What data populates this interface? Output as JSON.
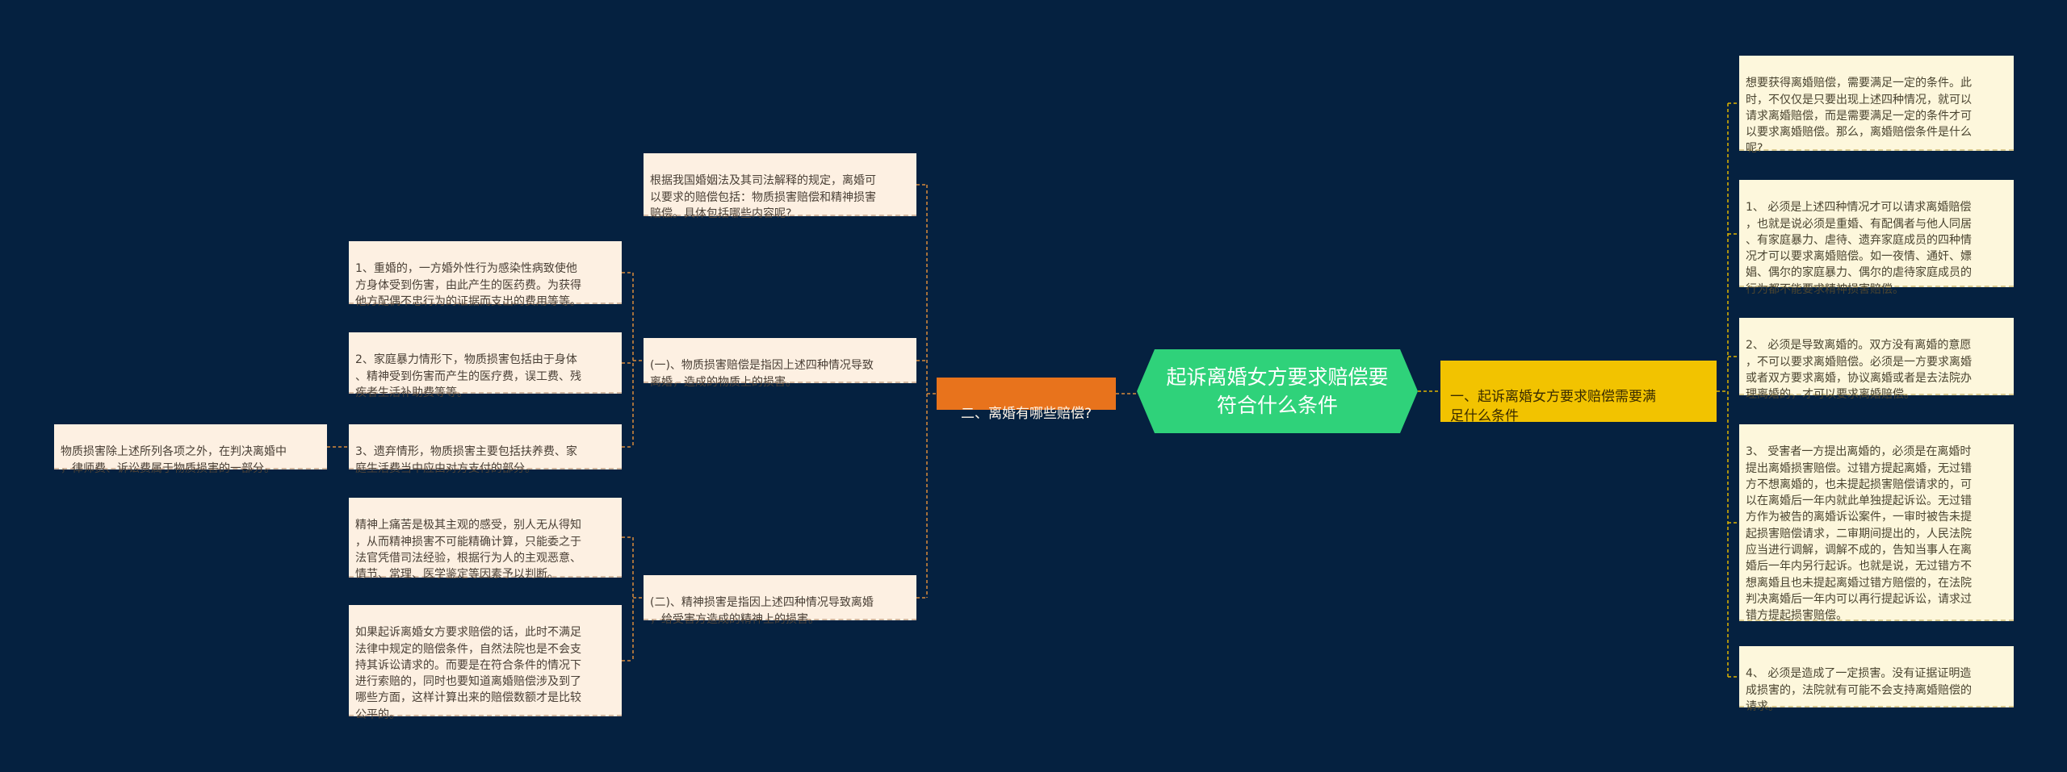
{
  "colors": {
    "background": "#052140",
    "root": "#2fd27a",
    "left_category": "#e8731c",
    "right_category": "#f2c300",
    "leaf": "#fdf0e2",
    "right_leaf": "#fdf7dc",
    "connector_left": "#d98a3a",
    "connector_right": "#e0b400"
  },
  "root": {
    "title": "起诉离婚女方要求赔偿要\n符合什么条件"
  },
  "right": {
    "category": "一、起诉离婚女方要求赔偿需要满\n足什么条件",
    "items": [
      "想要获得离婚赔偿，需要满足一定的条件。此\n时，不仅仅是只要出现上述四种情况，就可以\n请求离婚赔偿，而是需要满足一定的条件才可\n以要求离婚赔偿。那么，离婚赔偿条件是什么\n呢?",
      "1、 必须是上述四种情况才可以请求离婚赔偿\n，也就是说必须是重婚、有配偶者与他人同居\n、有家庭暴力、虐待、遗弃家庭成员的四种情\n况才可以要求离婚赔偿。如一夜情、通奸、嫖\n娼、偶尔的家庭暴力、偶尔的虐待家庭成员的\n行为都不能要求精神损害赔偿。",
      "2、 必须是导致离婚的。双方没有离婚的意愿\n，不可以要求离婚赔偿。必须是一方要求离婚\n或者双方要求离婚，协议离婚或者是去法院办\n理离婚的，才可以要求离婚赔偿。",
      "3、 受害者一方提出离婚的，必须是在离婚时\n提出离婚损害赔偿。过错方提起离婚，无过错\n方不想离婚的，也未提起损害赔偿请求的，可\n以在离婚后一年内就此单独提起诉讼。无过错\n方作为被告的离婚诉讼案件，一审时被告未提\n起损害赔偿请求，二审期间提出的，人民法院\n应当进行调解，调解不成的，告知当事人在离\n婚后一年内另行起诉。也就是说，无过错方不\n想离婚且也未提起离婚过错方赔偿的，在法院\n判决离婚后一年内可以再行提起诉讼，请求过\n错方提起损害赔偿。",
      "4、 必须是造成了一定损害。没有证据证明造\n成损害的，法院就有可能不会支持离婚赔偿的\n请求。"
    ]
  },
  "left": {
    "category": "二、离婚有哪些赔偿?",
    "intro": "根据我国婚姻法及其司法解释的规定，离婚可\n以要求的赔偿包括：物质损害赔偿和精神损害\n赔偿。具体包括哪些内容呢?",
    "material": {
      "label": "(一)、物质损害赔偿是指因上述四种情况导致\n离婚，造成的物质上的损害。",
      "items": [
        "1、重婚的，一方婚外性行为感染性病致使他\n方身体受到伤害，由此产生的医药费。为获得\n他方配偶不忠行为的证据而支出的费用等等。",
        "2、家庭暴力情形下，物质损害包括由于身体\n、精神受到伤害而产生的医疗费，误工费、残\n疾者生活补助费等等。",
        "3、遗弃情形，物质损害主要包括扶养费、家\n庭生活费当中应由对方支付的部分。"
      ],
      "note": "物质损害除上述所列各项之外，在判决离婚中\n，律师费、诉讼费属于物质损害的一部分。"
    },
    "mental": {
      "label": "(二)、精神损害是指因上述四种情况导致离婚\n，给受害方造成的精神上的损害。",
      "items": [
        "精神上痛苦是极其主观的感受，别人无从得知\n，从而精神损害不可能精确计算，只能委之于\n法官凭借司法经验，根据行为人的主观恶意、\n情节、常理、医学鉴定等因素予以判断。",
        "如果起诉离婚女方要求赔偿的话，此时不满足\n法律中规定的赔偿条件，自然法院也是不会支\n持其诉讼请求的。而要是在符合条件的情况下\n进行索赔的，同时也要知道离婚赔偿涉及到了\n哪些方面，这样计算出来的赔偿数额才是比较\n公平的。"
      ]
    }
  }
}
